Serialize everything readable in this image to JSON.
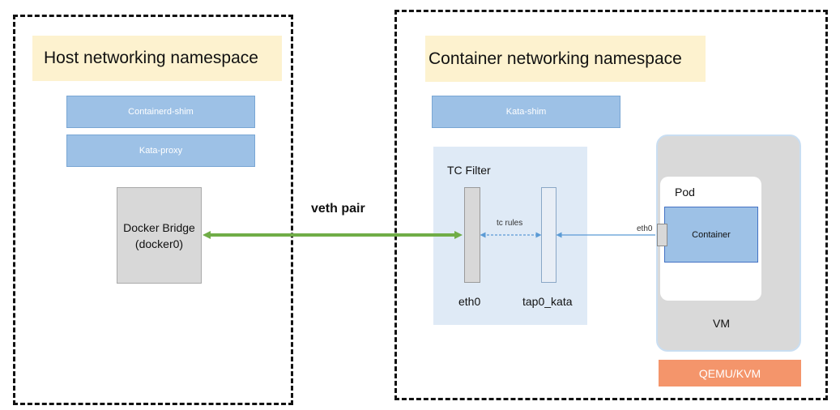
{
  "host": {
    "title": "Host networking namespace",
    "containerd_shim": "Containerd-shim",
    "kata_proxy": "Kata-proxy",
    "bridge_line1": "Docker Bridge",
    "bridge_line2": "(docker0)"
  },
  "link": {
    "label": "veth pair"
  },
  "container_ns": {
    "title": "Container networking namespace",
    "kata_shim": "Kata-shim",
    "tc_filter": "TC Filter",
    "tc_rules": "tc rules",
    "eth0": "eth0",
    "tap": "tap0_kata"
  },
  "vm": {
    "pod": "Pod",
    "container": "Container",
    "eth0": "eth0",
    "label": "VM",
    "hypervisor": "QEMU/KVM"
  },
  "colors": {
    "veth_arrow": "#70ad47",
    "tc_arrow": "#5b9bd5",
    "hypervisor": "#f4956b"
  }
}
